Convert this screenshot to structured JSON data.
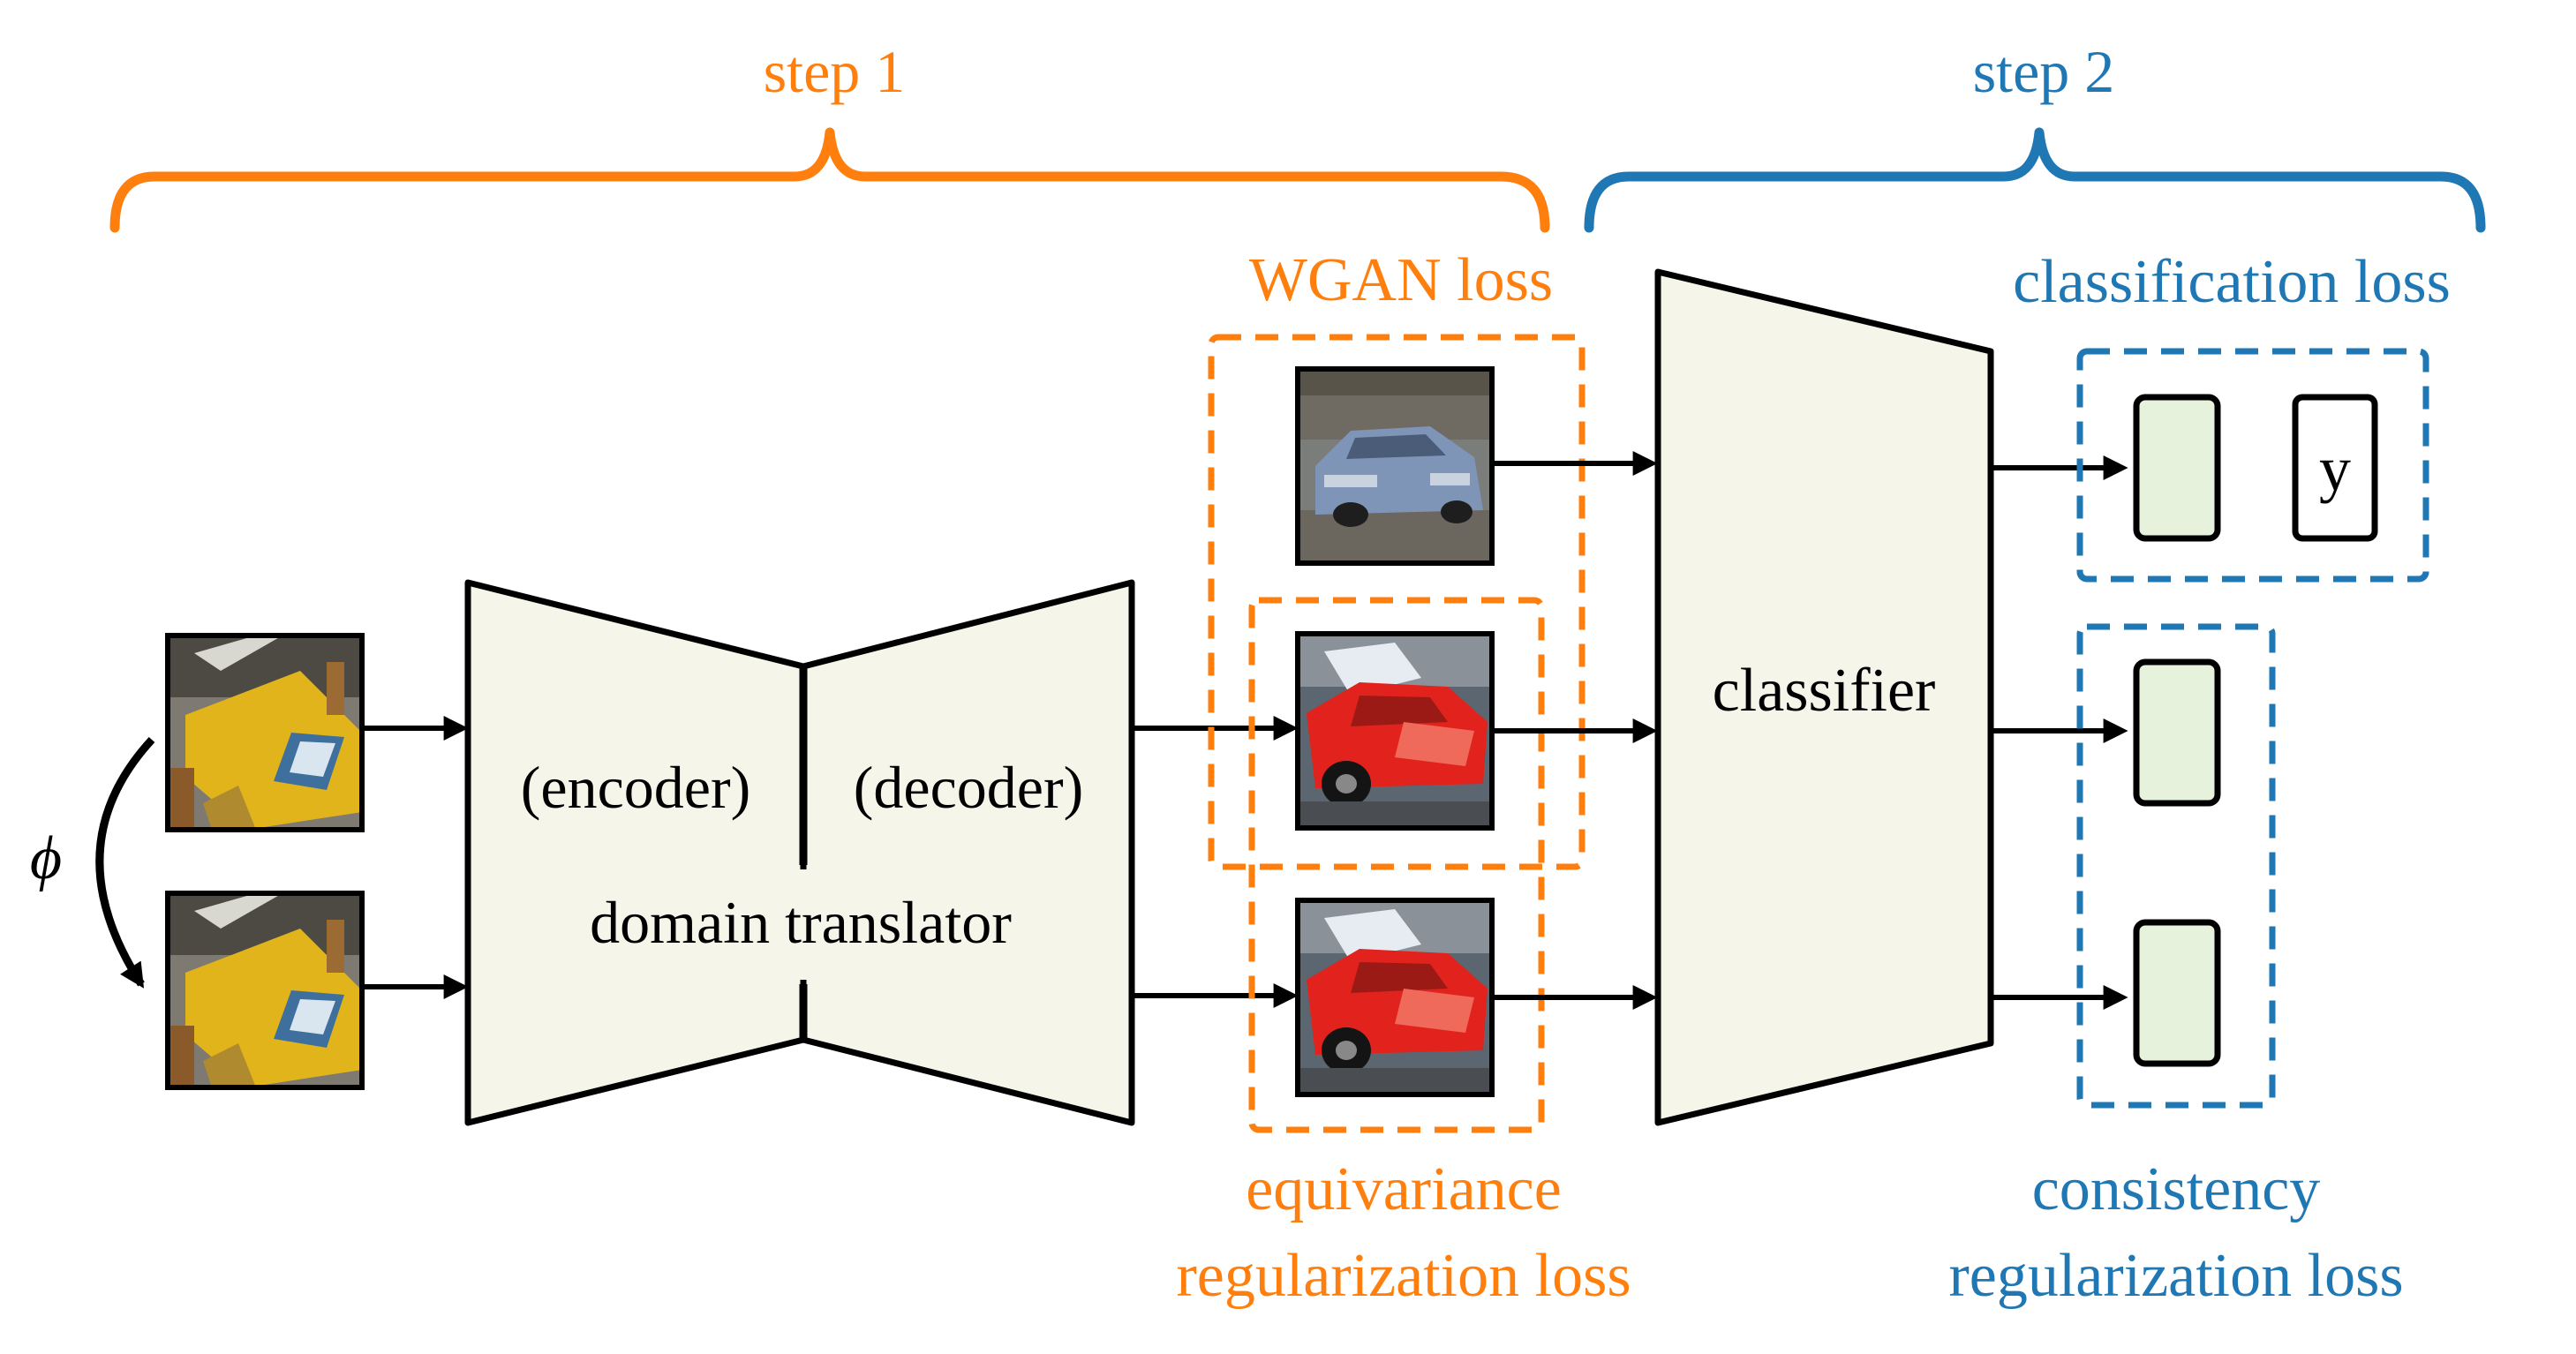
{
  "colors": {
    "orange": "#ff7f0e",
    "blue": "#1f77b4",
    "block_fill": "#f6f5ea",
    "logit_fill": "#e6f2db",
    "stroke": "#000000"
  },
  "brackets": {
    "step1": "step 1",
    "step2": "step 2"
  },
  "translator": {
    "encoder_label": "(encoder)",
    "decoder_label": "(decoder)",
    "name": "domain translator"
  },
  "transform_symbol": "ϕ",
  "classifier": {
    "label": "classifier"
  },
  "losses": {
    "wgan": "WGAN loss",
    "equivariance_line1": "equivariance",
    "equivariance_line2": "regularization loss",
    "classification": "classification loss",
    "consistency_line1": "consistency",
    "consistency_line2": "regularization loss"
  },
  "label_box": {
    "text": "y"
  },
  "images": {
    "input_top": "chair-photo",
    "input_bottom": "chair-photo-transformed",
    "target_car": "car-photo-target",
    "translated_car_top": "translated-car-red",
    "translated_car_bottom": "translated-car-red-transformed"
  }
}
